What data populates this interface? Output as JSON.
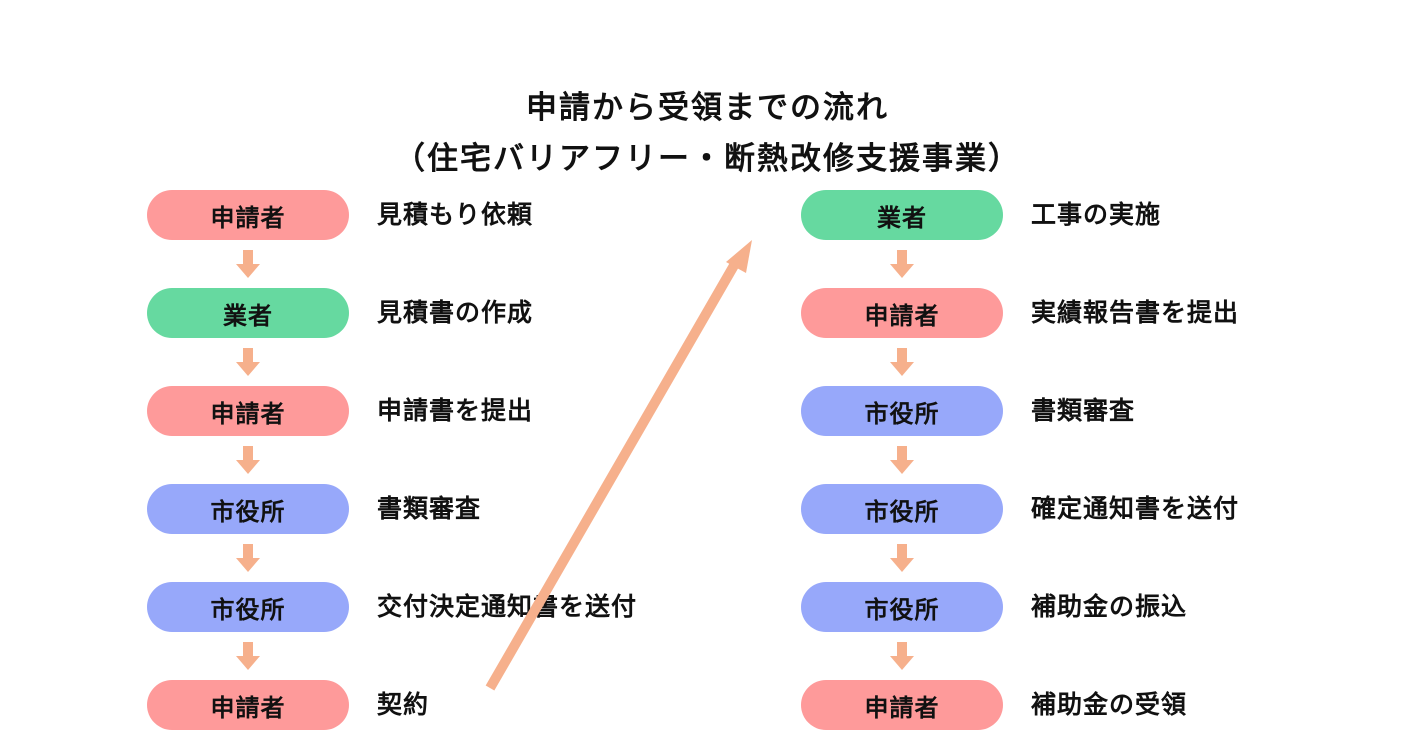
{
  "title": {
    "line1": "申請から受領までの流れ",
    "line2": "（住宅バリアフリー・断熱改修支援事業）"
  },
  "colors": {
    "applicant": "#fe9a9a",
    "contractor": "#66d9a0",
    "city": "#97a8fa",
    "arrow": "#f6b08c"
  },
  "left_steps": [
    {
      "actor": "申請者",
      "actor_type": "applicant",
      "action": "見積もり依頼"
    },
    {
      "actor": "業者",
      "actor_type": "contractor",
      "action": "見積書の作成"
    },
    {
      "actor": "申請者",
      "actor_type": "applicant",
      "action": "申請書を提出"
    },
    {
      "actor": "市役所",
      "actor_type": "city",
      "action": "書類審査"
    },
    {
      "actor": "市役所",
      "actor_type": "city",
      "action": "交付決定通知書を送付"
    },
    {
      "actor": "申請者",
      "actor_type": "applicant",
      "action": "契約"
    }
  ],
  "right_steps": [
    {
      "actor": "業者",
      "actor_type": "contractor",
      "action": "工事の実施"
    },
    {
      "actor": "申請者",
      "actor_type": "applicant",
      "action": "実績報告書を提出"
    },
    {
      "actor": "市役所",
      "actor_type": "city",
      "action": "書類審査"
    },
    {
      "actor": "市役所",
      "actor_type": "city",
      "action": "確定通知書を送付"
    },
    {
      "actor": "市役所",
      "actor_type": "city",
      "action": "補助金の振込"
    },
    {
      "actor": "申請者",
      "actor_type": "applicant",
      "action": "補助金の受領"
    }
  ]
}
